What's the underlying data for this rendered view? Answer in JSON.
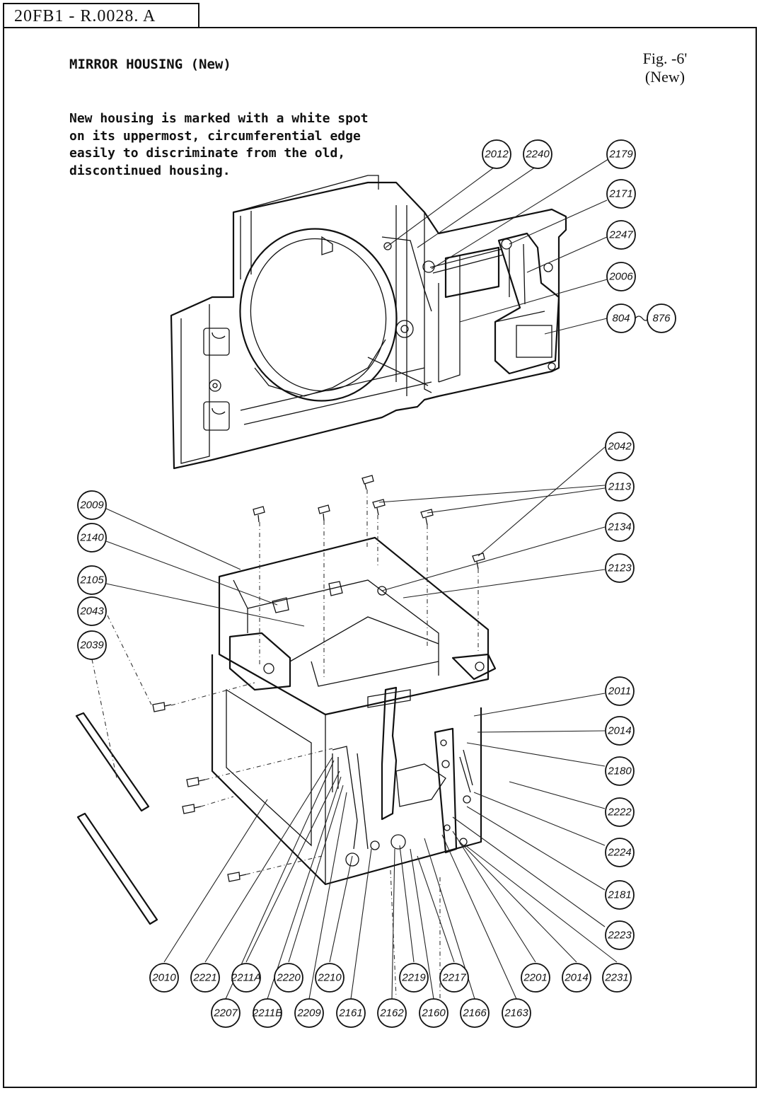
{
  "doc_id": "20FB1 - R.0028. A",
  "title": "MIRROR HOUSING (New)",
  "figure": {
    "label": "Fig. -6'",
    "sub": "(New)"
  },
  "note_lines": [
    "New housing is marked with a white spot",
    "on its uppermost, circumferential edge",
    "easily to discriminate from the old,",
    "discontinued housing."
  ],
  "part_numbers": {
    "top_row": [
      "2012",
      "2240"
    ],
    "right_upper": [
      "2179",
      "2171",
      "2247",
      "2006",
      "804",
      "876"
    ],
    "right_middle": [
      "2042",
      "2113",
      "2134",
      "2123"
    ],
    "left": [
      "2009",
      "2140",
      "2105",
      "2043",
      "2039"
    ],
    "right_lower": [
      "2011",
      "2014",
      "2180",
      "2222",
      "2224",
      "2181",
      "2223"
    ],
    "bottom_row_1": [
      "2010",
      "2221",
      "2211A",
      "2220",
      "2210",
      "2219",
      "2217",
      "2201",
      "2014",
      "2231"
    ],
    "bottom_row_2": [
      "2207",
      "2211B",
      "2209",
      "2161",
      "2162",
      "2160",
      "2166",
      "2163"
    ]
  }
}
